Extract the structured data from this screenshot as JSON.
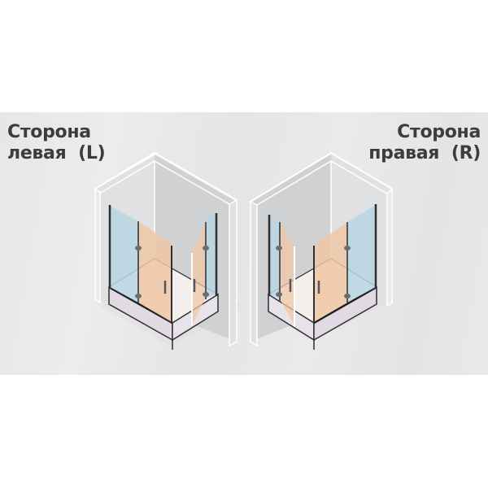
{
  "labels": {
    "left": {
      "line1": "Сторона",
      "line2": "левая  (L)"
    },
    "right": {
      "line1": "Сторона",
      "line2": "правая  (R)"
    }
  },
  "diagrams": [
    {
      "id": "left",
      "side": "L",
      "description": "Corner shower enclosure with folding doors, wall on right side"
    },
    {
      "id": "right",
      "side": "R",
      "description": "Corner shower enclosure with folding doors, wall on left side"
    }
  ],
  "colors": {
    "background": "#ffffff",
    "band": "#e7e8e8",
    "text": "#3c3c3c",
    "wall": "#d3d5d6",
    "wall_light": "#dcdfe0",
    "wall_edge": "#ffffff",
    "glass_blue": "#bcd7e3",
    "glass_orange": "#f0cdb0",
    "tray": "#e3dce4",
    "frame": "#2e2e33"
  }
}
